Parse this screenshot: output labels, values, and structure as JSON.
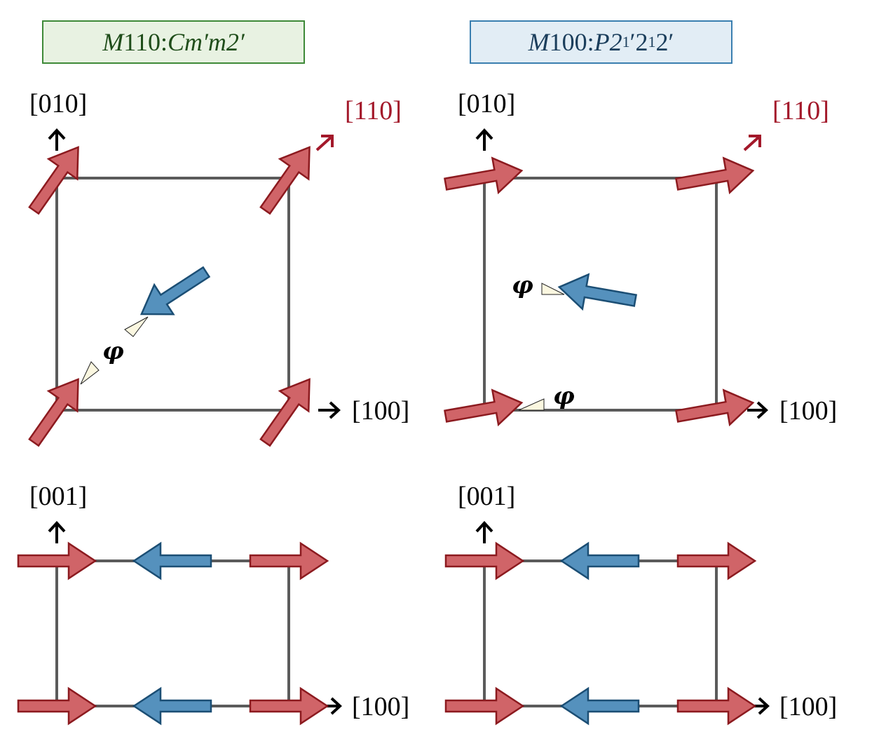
{
  "titles": {
    "left": {
      "label": "M",
      "rest": "110: ",
      "group_a": "Cm′m2′"
    },
    "right": {
      "label": "M",
      "rest": "100: ",
      "group_a": "P2",
      "sub1": "1",
      "mid": "′2",
      "sub2": "1",
      "tail": "2′"
    }
  },
  "axes": {
    "b": "[010]",
    "diag": "[110]",
    "a": "[100]",
    "c": "[001]"
  },
  "angle_symbol": "φ",
  "colors": {
    "red_fill": "#d06468",
    "red_stroke": "#8c1a1f",
    "blue_fill": "#5591bd",
    "blue_stroke": "#1b4e74",
    "frame": "#5b5b5b",
    "wedge": "#fbf7e0",
    "diag_label": "#a3182a",
    "left_title_fill": "#e8f2e2",
    "right_title_fill": "#e2edf5"
  }
}
